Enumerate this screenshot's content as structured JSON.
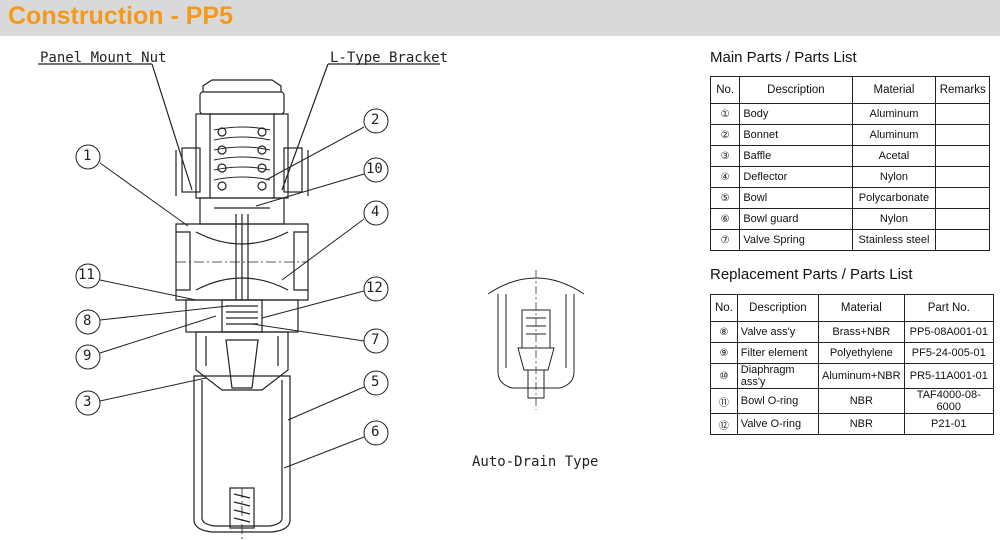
{
  "header": {
    "title": "Construction - PP5"
  },
  "labels": {
    "panel_mount_nut": "Panel Mount Nut",
    "l_type_bracket": "L-Type Bracket",
    "auto_drain": "Auto-Drain Type",
    "callouts": [
      "1",
      "2",
      "10",
      "4",
      "11",
      "12",
      "8",
      "7",
      "9",
      "3",
      "5",
      "6"
    ]
  },
  "main_parts": {
    "title": "Main Parts / Parts List",
    "headers": [
      "No.",
      "Description",
      "Material",
      "Remarks"
    ],
    "rows": [
      {
        "no": "①",
        "desc": "Body",
        "mat": "Aluminum",
        "rem": ""
      },
      {
        "no": "②",
        "desc": "Bonnet",
        "mat": "Aluminum",
        "rem": ""
      },
      {
        "no": "③",
        "desc": "Baffle",
        "mat": "Acetal",
        "rem": ""
      },
      {
        "no": "④",
        "desc": "Deflector",
        "mat": "Nylon",
        "rem": ""
      },
      {
        "no": "⑤",
        "desc": "Bowl",
        "mat": "Polycarbonate",
        "rem": ""
      },
      {
        "no": "⑥",
        "desc": "Bowl guard",
        "mat": "Nylon",
        "rem": ""
      },
      {
        "no": "⑦",
        "desc": "Valve Spring",
        "mat": "Stainless steel",
        "rem": ""
      }
    ]
  },
  "replacement_parts": {
    "title": "Replacement Parts / Parts List",
    "headers": [
      "No.",
      "Description",
      "Material",
      "Part No."
    ],
    "rows": [
      {
        "no": "⑧",
        "desc": "Valve ass'y",
        "mat": "Brass+NBR",
        "part": "PP5-08A001-01"
      },
      {
        "no": "⑨",
        "desc": "Filter element",
        "mat": "Polyethylene",
        "part": "PF5-24-005-01"
      },
      {
        "no": "⑩",
        "desc": "Diaphragm ass'y",
        "mat": "Aluminum+NBR",
        "part": "PR5-11A001-01"
      },
      {
        "no": "⑪",
        "desc": "Bowl O-ring",
        "mat": "NBR",
        "part": "TAF4000-08-6000"
      },
      {
        "no": "⑫",
        "desc": "Valve O-ring",
        "mat": "NBR",
        "part": "P21-01"
      }
    ]
  }
}
